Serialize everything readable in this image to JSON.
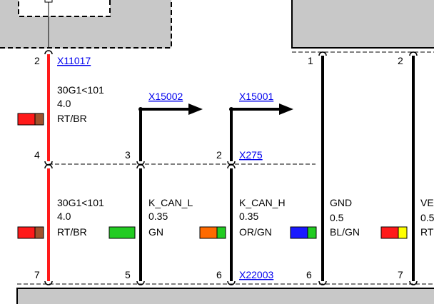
{
  "connectors": {
    "top_left": "X11017",
    "mid_left": "X275",
    "bottom_mid": "X22003",
    "arrow_left": "X15002",
    "arrow_right": "X15001"
  },
  "pins": {
    "w1_top": "2",
    "w1_mid": "4",
    "w1_bot": "7",
    "w2_mid": "3",
    "w2_bot": "5",
    "w3_mid": "2",
    "w3_bot": "6",
    "w4_top": "1",
    "w4_bot": "6",
    "w5_top": "2",
    "w5_bot": "7"
  },
  "wires": {
    "w1_upper": {
      "signal": "30G1<101",
      "size": "4.0",
      "color_code": "RT/BR",
      "c1": "#ff1a1a",
      "c2": "#a0522d"
    },
    "w1_lower": {
      "signal": "30G1<101",
      "size": "4.0",
      "color_code": "RT/BR",
      "c1": "#ff1a1a",
      "c2": "#a0522d"
    },
    "w2": {
      "signal": "K_CAN_L",
      "size": "0.35",
      "color_code": "GN",
      "c1": "#22cc22",
      "c2": "#22cc22"
    },
    "w3": {
      "signal": "K_CAN_H",
      "size": "0.35",
      "color_code": "OR/GN",
      "c1": "#ff6a00",
      "c2": "#22cc22"
    },
    "w4": {
      "signal": "GND",
      "size": "0.5",
      "color_code": "BL/GN",
      "c1": "#1a1aff",
      "c2": "#22cc22"
    },
    "w5": {
      "signal": "VE",
      "size": "0.5",
      "color_code": "RT",
      "c1": "#ff1a1a",
      "c2": "#ffff00"
    }
  },
  "colors": {
    "power_wire": "#ff1a1a",
    "wire": "#000000",
    "box_fill": "#c8c8c8",
    "link": "#0000ee"
  }
}
